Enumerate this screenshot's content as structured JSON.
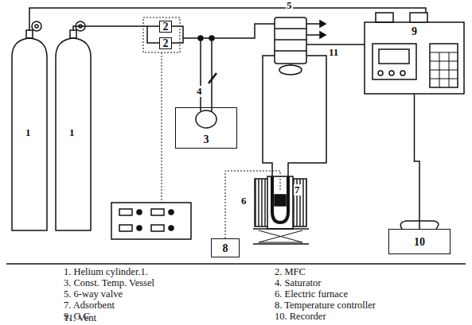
{
  "diagram": {
    "nodes": [
      {
        "text": [
          "2"
        ]
      },
      {
        "text": [
          "2"
        ]
      },
      {
        "text": [
          "3"
        ]
      },
      {
        "text": [
          "8"
        ]
      },
      {
        "text": [
          "9"
        ]
      },
      {
        "text": [
          "10"
        ]
      }
    ],
    "edges": [
      {
        "from": 4,
        "to": 5,
        "arrow": "none"
      }
    ],
    "labels": [
      "1",
      "1",
      "4",
      "5",
      "6",
      "7",
      "11",
      "1. Helium cylinder.1.",
      "2. MFC",
      "3. Const. Temp. Vessel",
      "4. Saturator",
      "5. 6-way valve",
      "6. Electric furnace",
      "7. Adsorbent",
      "8. Temperature controller",
      "9. G C",
      "10. Recorder",
      "11. Vent"
    ]
  }
}
